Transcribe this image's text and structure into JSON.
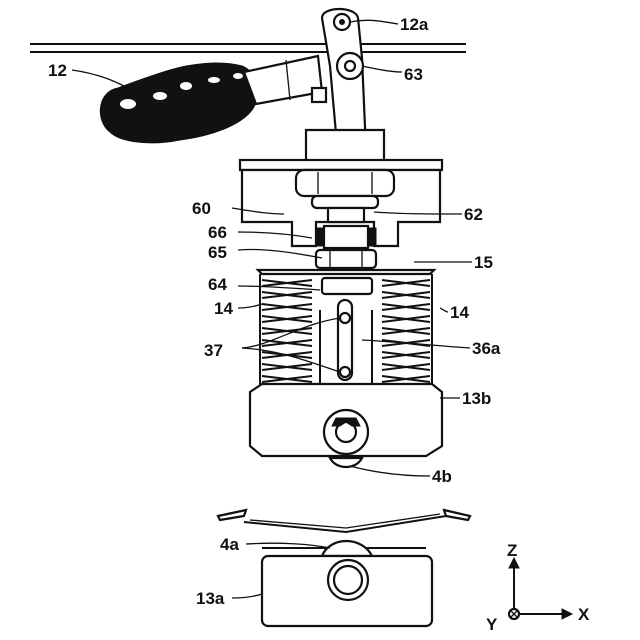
{
  "labels": {
    "l12a": "12a",
    "l12": "12",
    "l63": "63",
    "l60": "60",
    "l62": "62",
    "l66": "66",
    "l65": "65",
    "l15": "15",
    "l64": "64",
    "l14_left": "14",
    "l14_right": "14",
    "l37": "37",
    "l36a": "36a",
    "l13b": "13b",
    "l4b": "4b",
    "l4a": "4a",
    "l13a": "13a"
  },
  "axes": {
    "z": "Z",
    "x": "X",
    "y": "Y"
  }
}
